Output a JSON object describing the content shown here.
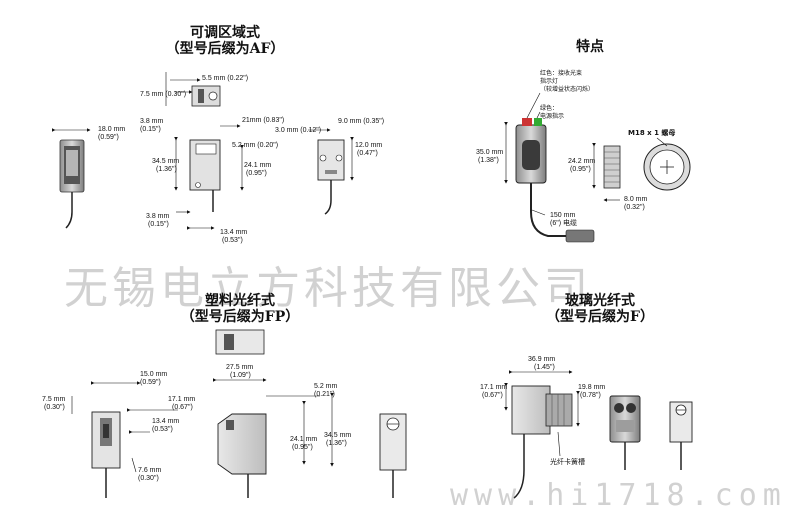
{
  "sections": {
    "af": {
      "title": "可调区域式",
      "subtitle": "（型号后缀为AF）"
    },
    "features": {
      "title": "特点"
    },
    "fp": {
      "title": "塑料光纤式",
      "subtitle": "（型号后缀为FP）"
    },
    "f": {
      "title": "玻璃光纤式",
      "subtitle": "（型号后缀为F）"
    }
  },
  "af_dims": {
    "d1": "5.5 mm (0.22\")",
    "d2": "7.5 mm (0.30\")",
    "d3": "18.0 mm",
    "d3b": "(0.59\")",
    "d4": "3.8 mm",
    "d4b": "(0.15\")",
    "d5": "21mm (0.83\")",
    "d6": "5.2 mm (0.20\")",
    "d7": "34.5 mm",
    "d7b": "(1.36\")",
    "d8": "24.1 mm",
    "d8b": "(0.95\")",
    "d9": "3.8 mm",
    "d9b": "(0.15\")",
    "d10": "13.4 mm",
    "d10b": "(0.53\")",
    "d11": "3.0 mm (0.12\")",
    "d12": "9.0 mm (0.35\")",
    "d13": "12.0 mm",
    "d13b": "(0.47\")"
  },
  "features_labels": {
    "l1": "红色：接收光束",
    "l1b": "指示灯",
    "l1c": "（较增益状态闪烁）",
    "l2": "绿色：",
    "l2b": "电源指示",
    "d1": "35.0 mm",
    "d1b": "(1.38\")",
    "d2": "150 mm",
    "d2b": "(6\") 电缆",
    "thread": "M18 x 1 螺母",
    "d3": "24.2 mm",
    "d3b": "(0.95\")",
    "d4": "8.0 mm",
    "d4b": "(0.32\")"
  },
  "fp_dims": {
    "d1": "27.5 mm",
    "d1b": "(1.09\")",
    "d2": "15.0 mm",
    "d2b": "(0.59\")",
    "d3": "7.5 mm",
    "d3b": "(0.30\")",
    "d4": "17.1 mm",
    "d4b": "(0.67\")",
    "d5": "13.4 mm",
    "d5b": "(0.53\")",
    "d6": "7.6 mm",
    "d6b": "(0.30\")",
    "d7": "5.2 mm",
    "d7b": "(0.21\")",
    "d8": "24.1 mm",
    "d8b": "(0.95\")",
    "d9": "34.5 mm",
    "d9b": "(1.36\")"
  },
  "f_dims": {
    "d1": "36.9 mm",
    "d1b": "(1.45\")",
    "d2": "17.1 mm",
    "d2b": "(0.67\")",
    "d3": "19.8 mm",
    "d3b": "(0.78\")",
    "label": "光纤卡簧槽"
  },
  "watermarks": {
    "company": "无锡电立方科技有限公司",
    "site": "www.hi1718.com"
  }
}
